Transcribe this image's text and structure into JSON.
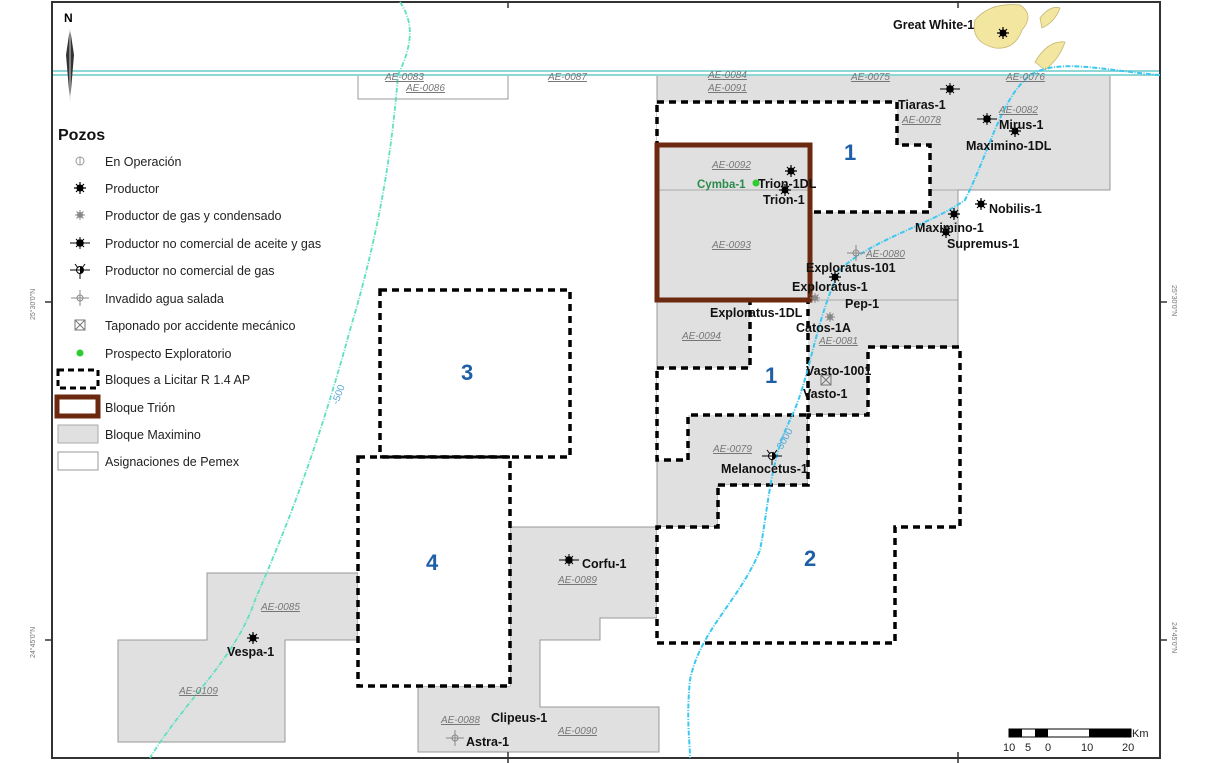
{
  "colors": {
    "block_number": "#1f5fa8",
    "trion": "#6b2a0f",
    "maximino": "#e0e0e0",
    "river_left": "#5fe0c0",
    "river_right": "#3cc8f0",
    "prospect": "#2ecc2e",
    "island": "#f2e6a0"
  },
  "north_label": "N",
  "legend": {
    "title": "Pozos",
    "items": [
      {
        "icon": "en-operacion-icon",
        "label": "En Operación"
      },
      {
        "icon": "productor-icon",
        "label": "Productor"
      },
      {
        "icon": "gas-condensado-icon",
        "label": "Productor de gas y condensado"
      },
      {
        "icon": "no-comercial-aceite-gas-icon",
        "label": "Productor no comercial de aceite y gas"
      },
      {
        "icon": "no-comercial-gas-icon",
        "label": "Productor no comercial de gas"
      },
      {
        "icon": "invadido-agua-icon",
        "label": "Invadido agua salada"
      },
      {
        "icon": "taponado-icon",
        "label": "Taponado por accidente mecánico"
      },
      {
        "icon": "prospecto-icon",
        "label": "Prospecto Exploratorio"
      },
      {
        "icon": "bloques-licitar-swatch",
        "label": "Bloques a Licitar R 1.4 AP"
      },
      {
        "icon": "bloque-trion-swatch",
        "label": "Bloque Trión"
      },
      {
        "icon": "bloque-maximino-swatch",
        "label": "Bloque Maximino"
      },
      {
        "icon": "asignaciones-pemex-swatch",
        "label": "Asignaciones de Pemex"
      }
    ]
  },
  "blocks": [
    "1",
    "1",
    "2",
    "3",
    "4"
  ],
  "assignments": [
    "AE-0083",
    "AE-0086",
    "AE-0087",
    "AE-0084",
    "AE-0091",
    "AE-0075",
    "AE-0076",
    "AE-0078",
    "AE-0082",
    "AE-0092",
    "AE-0093",
    "AE-0080",
    "AE-0094",
    "AE-0081",
    "AE-0079",
    "AE-0085",
    "AE-0089",
    "AE-0109",
    "AE-0088",
    "AE-0090"
  ],
  "wells": [
    "Great White-1",
    "Tiaras-1",
    "Mirus-1",
    "Maximino-1DL",
    "Cymba-1",
    "Trion-1DL",
    "Trion-1",
    "Nobilis-1",
    "Maximino-1",
    "Supremus-1",
    "Exploratus-101",
    "Exploratus-1",
    "Pep-1",
    "Exploratus-1DL",
    "Catos-1A",
    "Vasto-1001",
    "Vasto-1",
    "Melanocetus-1",
    "Corfu-1",
    "Vespa-1",
    "Clipeus-1",
    "Astra-1"
  ],
  "contours": [
    "-500",
    "3000"
  ],
  "latitudes": [
    "25°30'0\"N",
    "24°45'0\"N"
  ],
  "scale_bar": {
    "unit": "Km",
    "ticks": [
      "10",
      "5",
      "0",
      "10",
      "20"
    ]
  }
}
